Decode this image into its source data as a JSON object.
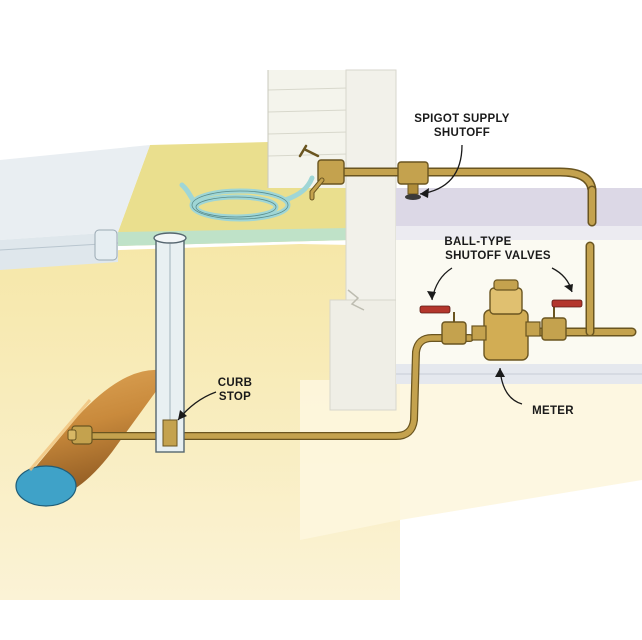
{
  "labels": {
    "spigot_line1": "SPIGOT SUPPLY",
    "spigot_line2": "SHUTOFF",
    "ball_line1": "BALL-TYPE",
    "ball_line2": "SHUTOFF VALVES",
    "curb_line1": "CURB",
    "curb_line2": "STOP",
    "meter": "METER"
  },
  "colors": {
    "ground": "#f6e9b4",
    "lawn": "#eadf8e",
    "pipe": "#c4a24e",
    "pipe_edge": "#6a5520",
    "main": "#c98a3c",
    "main_end": "#3fa2c8",
    "hose": "#9fd6d6",
    "wall": "#f4f4ec"
  }
}
